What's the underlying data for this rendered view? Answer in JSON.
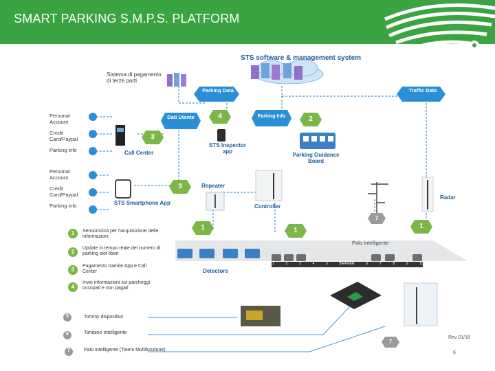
{
  "header": {
    "title": "SMART PARKING S.M.P.S. PLATFORM"
  },
  "diagram": {
    "system_title": "STS software & management system",
    "payment_systems": "Sistema di pagamento di terze parti",
    "parking_data": "Parking Data",
    "traffic_data": "Traffic Data",
    "dati_utente": "Dati Utente",
    "parking_info_box": "Parking Info",
    "call_center": "Call Center",
    "inspector_app": "STS Inspector app",
    "guidance_board": "Parking Guidance Board",
    "repeater": "Repeater",
    "controller": "Controller",
    "radar": "Radar",
    "smartphone_app": "STS Smartphone App",
    "detectors": "Detectors",
    "palo_intelligente": "Palo Intelligente",
    "left_group_1": [
      "Personal Account",
      "Credit Card/Paypal",
      "Parking info"
    ],
    "left_group_2": [
      "Personal Account",
      "Credit Card/Paypal",
      "Parking info"
    ],
    "badges": {
      "b4": "4",
      "b2": "2",
      "b3a": "3",
      "b3b": "3",
      "b1a": "1",
      "b1b": "1",
      "b1c": "1",
      "b7a": "7",
      "b7b": "7"
    },
    "legend": [
      {
        "num": "1",
        "text": "Sensoristica per l'acquisizione delle informazioni"
      },
      {
        "num": "2",
        "text": "Update in tempo reale del numero di parking slot liberi"
      },
      {
        "num": "3",
        "text": "Pagamento tramite App e Call Center"
      },
      {
        "num": "4",
        "text": "Invio informazioni sui parcheggi occupati e non pagati"
      }
    ],
    "legend2": [
      {
        "num": "5",
        "text": "Tommy dispositivo"
      },
      {
        "num": "6",
        "text": "Tombino Intelligente"
      },
      {
        "num": "7",
        "text": "Palo Intelligente (Totem Multifunzione)"
      }
    ],
    "slot_numbers": [
      "1",
      "2",
      "3",
      "4",
      "5",
      "6",
      "7",
      "8",
      "9",
      "10"
    ],
    "barrier_label": "BARRIER",
    "rev": "Rev 01/18",
    "page": "6"
  },
  "colors": {
    "header_green": "#3aa443",
    "hex_blue": "#2a8fd6",
    "badge_green": "#7ab648",
    "dashed_blue": "#4f93d1"
  }
}
